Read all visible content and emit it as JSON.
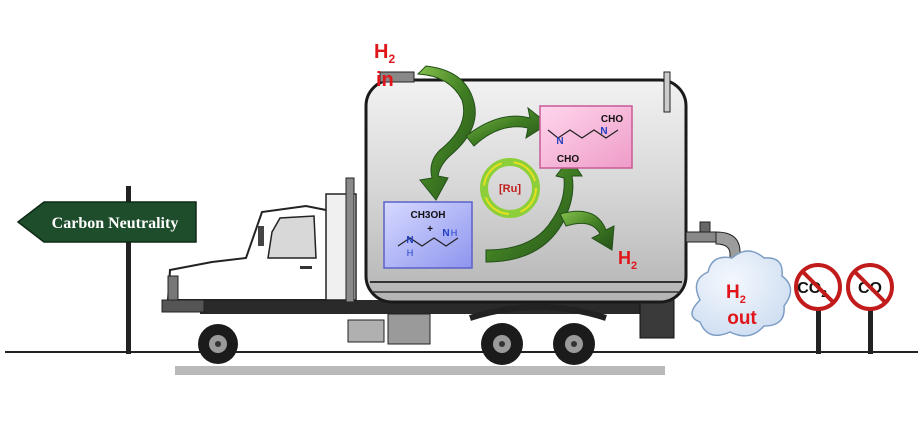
{
  "sign": {
    "text": "Carbon Neutrality"
  },
  "h2_in": {
    "base": "H",
    "sub": "2",
    "word": "in"
  },
  "h2_released": {
    "base": "H",
    "sub": "2"
  },
  "h2_out": {
    "base": "H",
    "sub": "2",
    "word": "out"
  },
  "catalyst": {
    "label": "[Ru]"
  },
  "lean_box": {
    "methanol": "CH3OH",
    "plus": "+",
    "amine_n1": "N",
    "amine_h1": "H",
    "amine_n2": "N",
    "amine_h2": "H"
  },
  "rich_box": {
    "cho_top": "CHO",
    "cho_bottom": "CHO",
    "n1": "N",
    "n2": "N"
  },
  "no_signs": [
    {
      "label": "CO",
      "sub": "2"
    },
    {
      "label": "CO"
    }
  ],
  "colors": {
    "lean_box": "#aab0f6",
    "rich_box": "#f6b4d8",
    "arrow_green": "#3f7d22",
    "h2_red": "#e0161b",
    "sign_green": "#1e4d2b",
    "no_sign_red": "#c21b1b"
  }
}
